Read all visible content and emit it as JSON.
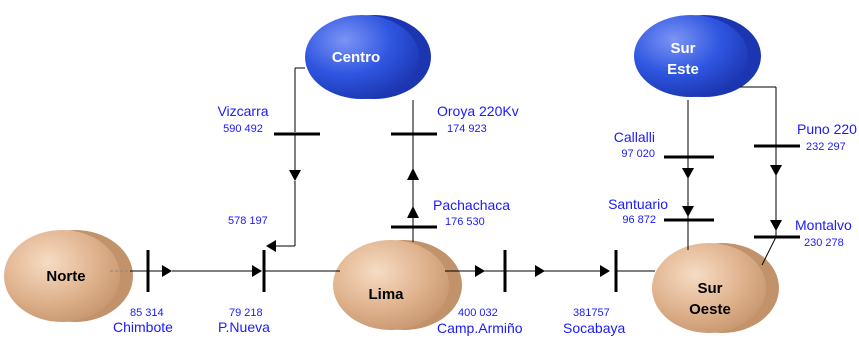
{
  "regions": {
    "norte": "Norte",
    "centro": "Centro",
    "lima": "Lima",
    "sur_este_line1": "Sur",
    "sur_este_line2": "Este",
    "sur_oeste_line1": "Sur",
    "sur_oeste_line2": "Oeste"
  },
  "links": {
    "vizcarra": {
      "name": "Vizcarra",
      "value": "590 492"
    },
    "oroya": {
      "name": "Oroya 220Kv",
      "value": "174 923"
    },
    "pachachaca": {
      "name": "Pachachaca",
      "value": "176 530"
    },
    "paramonga_value": "578 197",
    "chimbote": {
      "name": "Chimbote",
      "value": "85 314"
    },
    "pnueva": {
      "name": "P.Nueva",
      "value": "79 218"
    },
    "camp_armino": {
      "name": "Camp.Armiño",
      "value": "400 032"
    },
    "socabaya": {
      "name": "Socabaya",
      "value": "381757"
    },
    "callalli": {
      "name": "Callalli",
      "value": "97 020"
    },
    "santuario": {
      "name": "Santuario",
      "value": "96 872"
    },
    "puno": {
      "name": "Puno 220",
      "value": "232 297"
    },
    "montalvo": {
      "name": "Montalvo",
      "value": "230 278"
    }
  },
  "colors": {
    "blue_region": "#2f55e0",
    "tan_region": "#e0b38e",
    "label_blue": "#1a1aff"
  }
}
